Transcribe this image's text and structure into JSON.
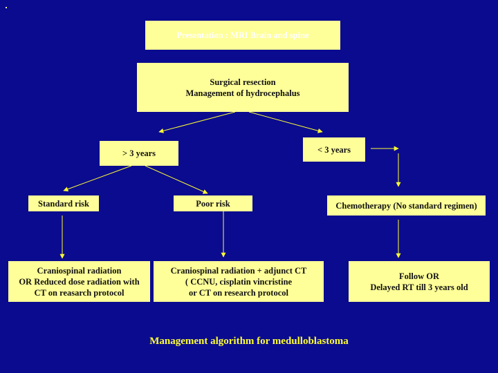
{
  "nodes": {
    "presentation": {
      "lines": [
        "Presentation : MRI Brain and spine"
      ],
      "text_color": "#ffffff"
    },
    "surgery": {
      "lines": [
        "Surgical resection",
        "Management of hydrocephalus"
      ]
    },
    "over3": {
      "lines": [
        "> 3 years"
      ]
    },
    "under3": {
      "lines": [
        "< 3 years"
      ]
    },
    "standard_risk": {
      "lines": [
        "Standard risk"
      ]
    },
    "poor_risk": {
      "lines": [
        "Poor risk"
      ]
    },
    "chemo": {
      "lines": [
        "Chemotherapy (No standard regimen)"
      ]
    },
    "standard_tx": {
      "lines": [
        "Craniospinal radiation",
        "OR Reduced dose radiation with",
        "CT on reasarch protocol"
      ]
    },
    "poor_tx": {
      "lines": [
        "Craniospinal radiation + adjunct CT",
        "( CCNU, cisplatin vincristine",
        "or CT on research protocol"
      ]
    },
    "infant_tx": {
      "lines": [
        "Follow OR",
        "Delayed RT till 3 years old"
      ]
    }
  },
  "caption": "Management algorithm for medulloblastoma",
  "colors": {
    "background": "#0b0b8f",
    "box_fill": "#ffff99",
    "arrow": "#ffff33",
    "caption": "#ffff33"
  }
}
